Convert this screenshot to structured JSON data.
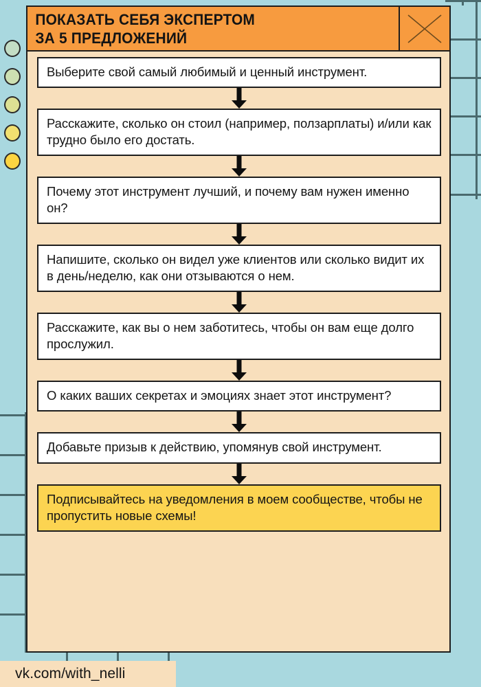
{
  "poster": {
    "header": {
      "title": "ПОКАЗАТЬ СЕБЯ ЭКСПЕРТОМ\nЗА 5 ПРЕДЛОЖЕНИЙ",
      "mark_icon": "x-cross-icon"
    },
    "steps": [
      {
        "index": 1,
        "text": "Выберите свой самый любимый и ценный инструмент.",
        "style": "plain"
      },
      {
        "index": 2,
        "text": "Расскажите, сколько он стоил (например, ползарплаты) и/или как трудно было его достать.",
        "style": "plain"
      },
      {
        "index": 3,
        "text": "Почему этот инструмент лучший, и почему вам нужен именно он?",
        "style": "plain"
      },
      {
        "index": 4,
        "text": "Напишите, сколько он видел уже клиентов или сколько видит их в день/неделю, как они отзываются о нем.",
        "style": "plain"
      },
      {
        "index": 5,
        "text": "Расскажите, как вы о нем заботитесь, чтобы он вам еще долго прослужил.",
        "style": "plain"
      },
      {
        "index": 6,
        "text": "О каких ваших секретах и эмоциях знает этот инструмент?",
        "style": "plain"
      },
      {
        "index": 7,
        "text": "Добавьте призыв к действию, упомянув свой инструмент.",
        "style": "plain"
      },
      {
        "index": 8,
        "text": "Подписывайтесь на уведомления в моем сообществе, чтобы не пропустить новые схемы!",
        "style": "highlight"
      }
    ],
    "connector_icon": "down-arrow-icon",
    "footer": {
      "link": "vk.com/with_nelli"
    },
    "side_dots": [
      {
        "icon": "circle-dot-icon",
        "color": "#c3ddc5"
      },
      {
        "icon": "circle-dot-icon",
        "color": "#cde0b2"
      },
      {
        "icon": "circle-dot-icon",
        "color": "#dde093"
      },
      {
        "icon": "circle-dot-icon",
        "color": "#f2e070"
      },
      {
        "icon": "circle-dot-icon",
        "color": "#fcd441"
      }
    ],
    "colors": {
      "background": "#a9d8df",
      "grid_line": "#4a6a6e",
      "card": "#f8dfbc",
      "header": "#f79b3f",
      "box": "#ffffff",
      "highlight": "#fcd451",
      "outline": "#1d1d1d"
    }
  }
}
